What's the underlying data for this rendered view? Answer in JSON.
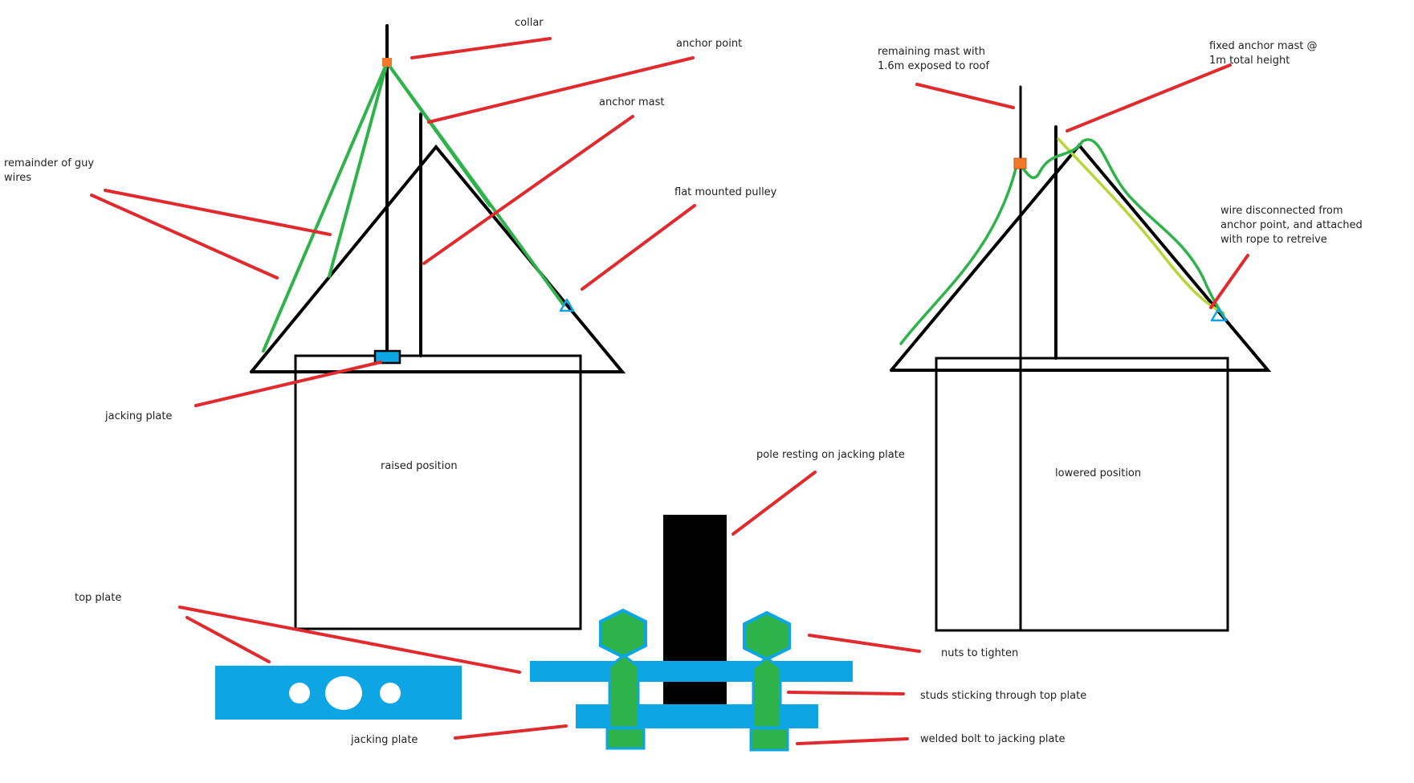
{
  "labels": {
    "collar": "collar",
    "anchor_point": "anchor point",
    "anchor_mast": "anchor mast",
    "remainder_guy_line1": "remainder of guy",
    "remainder_guy_line2": "wires",
    "flat_mounted_pulley": "flat mounted pulley",
    "jacking_plate_upper": "jacking plate",
    "raised_position": "raised position",
    "remaining_mast_line1": "remaining mast with",
    "remaining_mast_line2": "1.6m exposed to roof",
    "fixed_anchor_line1": "fixed anchor mast @",
    "fixed_anchor_line2": "1m total height",
    "wire_disconnected_line1": "wire disconnected from",
    "wire_disconnected_line2": "anchor point, and attached",
    "wire_disconnected_line3": "with rope to retreive",
    "lowered_position": "lowered position",
    "pole_resting": "pole resting on jacking plate",
    "top_plate": "top plate",
    "nuts_to_tighten": "nuts to tighten",
    "studs_sticking": "studs sticking through top plate",
    "welded_bolt": "welded bolt to jacking plate",
    "jacking_plate_lower": "jacking plate"
  },
  "colors": {
    "outline": "#000000",
    "guy_wire": "#2eb34b",
    "loose_wire": "#b6d63a",
    "leader": "#e12a2e",
    "plate": "#0ea5e5",
    "collar": "#f07a2a",
    "stud": "#2eb34b"
  }
}
